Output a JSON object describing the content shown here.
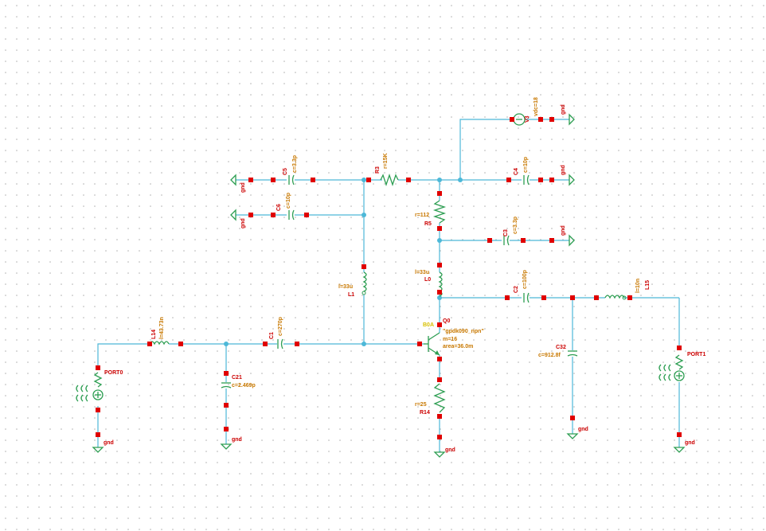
{
  "components": {
    "C5": {
      "name": "C5",
      "value": "c=3.3p"
    },
    "C6": {
      "name": "C6",
      "value": "c=10p"
    },
    "R3": {
      "name": "R3",
      "value": "r=15K"
    },
    "V3": {
      "name": "V3",
      "value": "vdc=18"
    },
    "C4": {
      "name": "C4",
      "value": "c=10p"
    },
    "R5": {
      "name": "R5",
      "value": "r=112"
    },
    "C3": {
      "name": "C3",
      "value": "c=3.3p"
    },
    "L0": {
      "name": "L0",
      "value": "l=33u"
    },
    "L1": {
      "name": "L1",
      "value": "l=33u"
    },
    "C2": {
      "name": "C2",
      "value": "c=100p"
    },
    "L15": {
      "name": "L15",
      "value": "l=10n"
    },
    "L14": {
      "name": "L14",
      "value": "l=43.73n"
    },
    "C1": {
      "name": "C1",
      "value": "c=270p"
    },
    "Q0": {
      "name": "Q0",
      "ref": "Q0",
      "pin_label": "B0A",
      "model": "\"gpdk090_npn\"",
      "m": "m=16",
      "area": "area=36.0m"
    },
    "C32": {
      "name": "C32",
      "value": "c=912.8f"
    },
    "C21": {
      "name": "C21",
      "value": "c=2.469p"
    },
    "R14": {
      "name": "R14",
      "value": "r=25"
    },
    "PORT0": {
      "name": "PORT0"
    },
    "PORT1": {
      "name": "PORT1"
    }
  },
  "ground_label": "gnd",
  "colors": {
    "wire": "#4db8d8",
    "symbol": "#2d9e52",
    "pin": "#e00000",
    "name_label": "#cc0000",
    "value_label": "#c87800",
    "highlight_label": "#d8c000",
    "grid_dot": "#b0b0b0"
  }
}
